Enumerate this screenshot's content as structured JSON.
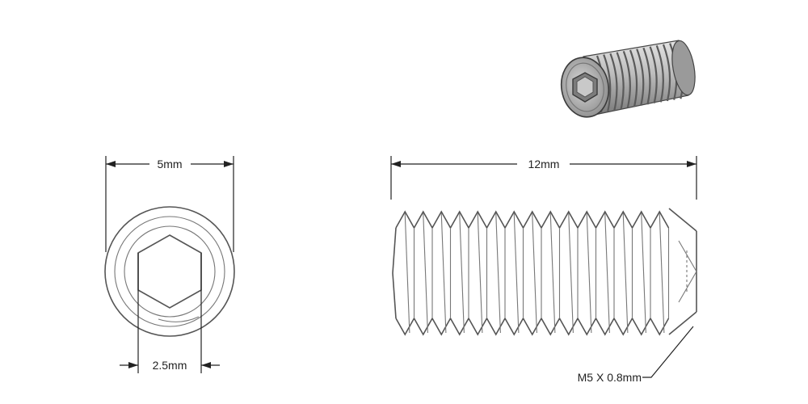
{
  "dimensions": {
    "outer_diameter": "5mm",
    "hex_socket": "2.5mm",
    "length": "12mm",
    "thread_spec": "M5 X 0.8mm"
  },
  "colors": {
    "line": "#222222",
    "part_outline": "#555555",
    "render_body": "#b8b8b8",
    "render_shadow": "#6e6e6e",
    "render_highlight": "#e2e2e2"
  },
  "icons": {
    "render": "set-screw-3d-icon"
  }
}
